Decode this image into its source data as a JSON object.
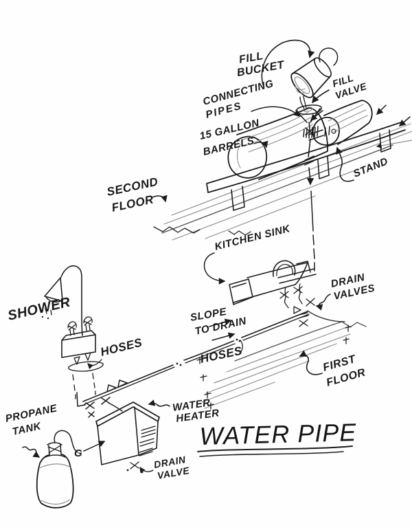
{
  "title": {
    "text": "WATER PIPE"
  },
  "labels": {
    "fill_bucket": {
      "lines": [
        "FILL",
        "BUCKET"
      ]
    },
    "fill_valve": {
      "lines": [
        "FILL",
        "VALVE"
      ]
    },
    "connecting_pipes": {
      "lines": [
        "CONNECTING",
        "PIPES"
      ]
    },
    "barrels": {
      "lines": [
        "15 GALLON",
        "BARRELS"
      ]
    },
    "second_floor": {
      "lines": [
        "SECOND",
        "FLOOR"
      ]
    },
    "stand": {
      "text": "STAND"
    },
    "kitchen_sink": {
      "text": "KITCHEN SINK"
    },
    "drain_valves": {
      "lines": [
        "DRAIN",
        "VALVES"
      ]
    },
    "slope_to_drain": {
      "lines": [
        "SLOPE",
        "TO DRAIN"
      ]
    },
    "hoses_main": {
      "text": "HOSES"
    },
    "hoses_shower": {
      "text": "HOSES"
    },
    "first_floor": {
      "lines": [
        "FIRST",
        "FLOOR"
      ]
    },
    "shower": {
      "text": "SHOWER"
    },
    "water_heater": {
      "lines": [
        "WATER",
        "HEATER"
      ]
    },
    "propane_tank": {
      "lines": [
        "PROPANE",
        "TANK"
      ]
    },
    "heater_drain_valve": {
      "lines": [
        "DRAIN",
        "VALVE"
      ]
    },
    "gas_line": {
      "text": "G"
    }
  },
  "colors": {
    "ink": "#1c1c1c",
    "pencil": "#8f8f8f",
    "paper": "#fefefe"
  }
}
